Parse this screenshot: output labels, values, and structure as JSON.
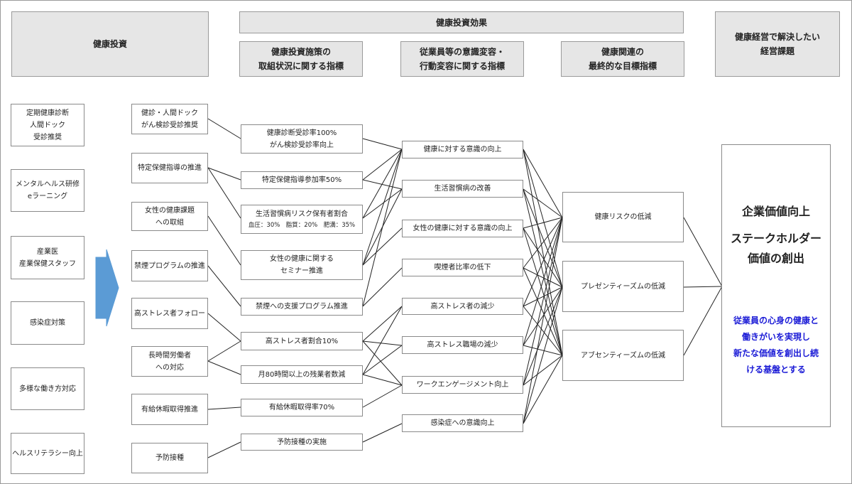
{
  "headers": {
    "investment": "健康投資",
    "effect": "健康投資効果",
    "indicators": "健康投資施策の\n取組状況に関する指標",
    "behavior": "従業員等の意識変容・\n行動変容に関する指標",
    "final": "健康関連の\n最終的な目標指標",
    "issues": "健康経営で解決したい\n経営課題"
  },
  "categories": [
    "定期健康診断\n人間ドック\n受診推奨",
    "メンタルヘルス研修\neラーニング",
    "産業医\n産業保健スタッフ",
    "感染症対策",
    "多様な働き方対応",
    "ヘルスリテラシー向上"
  ],
  "measures": [
    "健診・人間ドック\nがん検診受診推奨",
    "特定保健指導の推進",
    "女性の健康課題\nへの取組",
    "禁煙プログラムの推進",
    "高ストレス者フォロー",
    "長時間労働者\nへの対応",
    "有給休暇取得推進",
    "予防接種"
  ],
  "indicators": [
    {
      "text": "健康診断受診率100%\nがん検診受診率向上",
      "sub": ""
    },
    {
      "text": "特定保健指導参加率50%",
      "sub": ""
    },
    {
      "text": "生活習慣病リスク保有者割合",
      "sub": "血圧：30%　脂質：20%　肥満：35%"
    },
    {
      "text": "女性の健康に関する\nセミナー推進",
      "sub": ""
    },
    {
      "text": "禁煙への支援プログラム推進",
      "sub": ""
    },
    {
      "text": "高ストレス者割合10%",
      "sub": ""
    },
    {
      "text": "月80時間以上の残業者数減",
      "sub": ""
    },
    {
      "text": "有給休暇取得率70%",
      "sub": ""
    },
    {
      "text": "予防接種の実施",
      "sub": ""
    }
  ],
  "behaviors": [
    "健康に対する意識の向上",
    "生活習慣病の改善",
    "女性の健康に対する意識の向上",
    "喫煙者比率の低下",
    "高ストレス者の減少",
    "高ストレス職場の減少",
    "ワークエンゲージメント向上",
    "感染症への意識向上"
  ],
  "outcomes": [
    "健康リスクの低減",
    "プレゼンティーズムの低減",
    "アブセンティーズムの低減"
  ],
  "goal": {
    "title": "企業価値向上",
    "subtitle": "ステークホルダー\n価値の創出",
    "statement": "従業員の心身の健康と\n働きがいを実現し\n新たな価値を創出し続\nける基盤とする"
  },
  "colors": {
    "arrow": "#5b9bd5",
    "header_bg": "#e6e6e6",
    "statement": "#1a1ad6"
  }
}
